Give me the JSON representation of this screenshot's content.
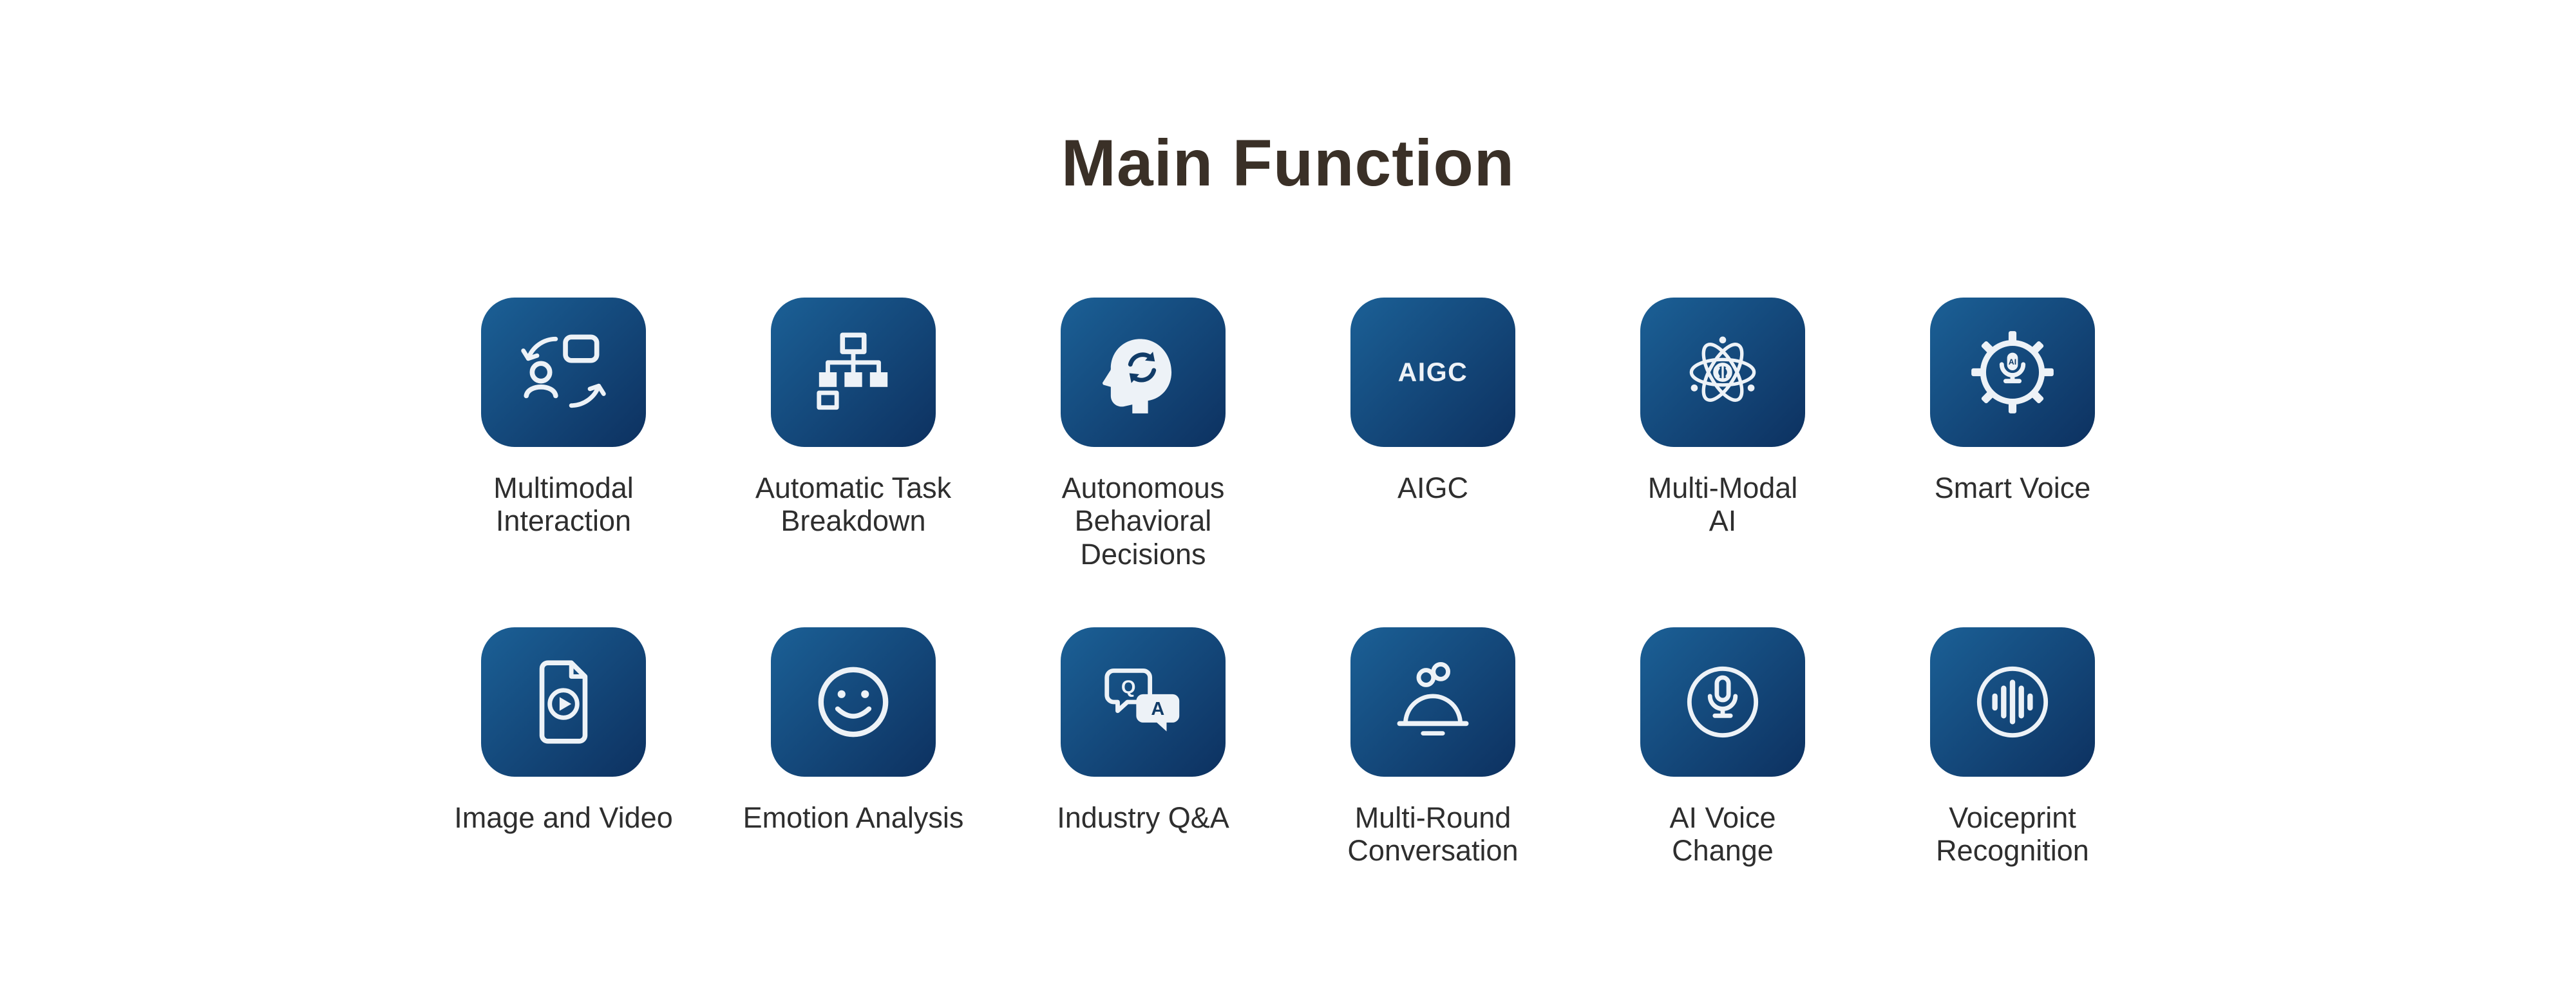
{
  "page": {
    "title": "Main Function"
  },
  "colors": {
    "bg": "#ffffff",
    "title_color": "#3a3027",
    "label_color": "#2e2e2e",
    "tile_grad_start": "#1b6096",
    "tile_grad_end": "#0d3160",
    "icon_color": "#edf2f7",
    "accent_deep": "#113c68"
  },
  "features": [
    {
      "label": "Multimodal\nInteraction",
      "icon": "multimodal-interaction-icon"
    },
    {
      "label": "Automatic Task\nBreakdown",
      "icon": "task-breakdown-icon"
    },
    {
      "label": "Autonomous\nBehavioral\nDecisions",
      "icon": "autonomous-decisions-icon"
    },
    {
      "label": "AIGC",
      "icon": "aigc-icon",
      "icon_text": "AIGC"
    },
    {
      "label": "Multi-Modal\nAI",
      "icon": "multi-modal-ai-icon"
    },
    {
      "label": "Smart Voice",
      "icon": "smart-voice-icon",
      "icon_text": "AI"
    },
    {
      "label": "Image and Video",
      "icon": "image-video-icon"
    },
    {
      "label": "Emotion Analysis",
      "icon": "emotion-analysis-icon"
    },
    {
      "label": "Industry Q&A",
      "icon": "industry-qa-icon",
      "icon_text": {
        "q": "Q",
        "a": "A"
      }
    },
    {
      "label": "Multi-Round\nConversation",
      "icon": "multi-round-conversation-icon"
    },
    {
      "label": "AI Voice\nChange",
      "icon": "ai-voice-change-icon"
    },
    {
      "label": "Voiceprint\nRecognition",
      "icon": "voiceprint-recognition-icon"
    }
  ]
}
